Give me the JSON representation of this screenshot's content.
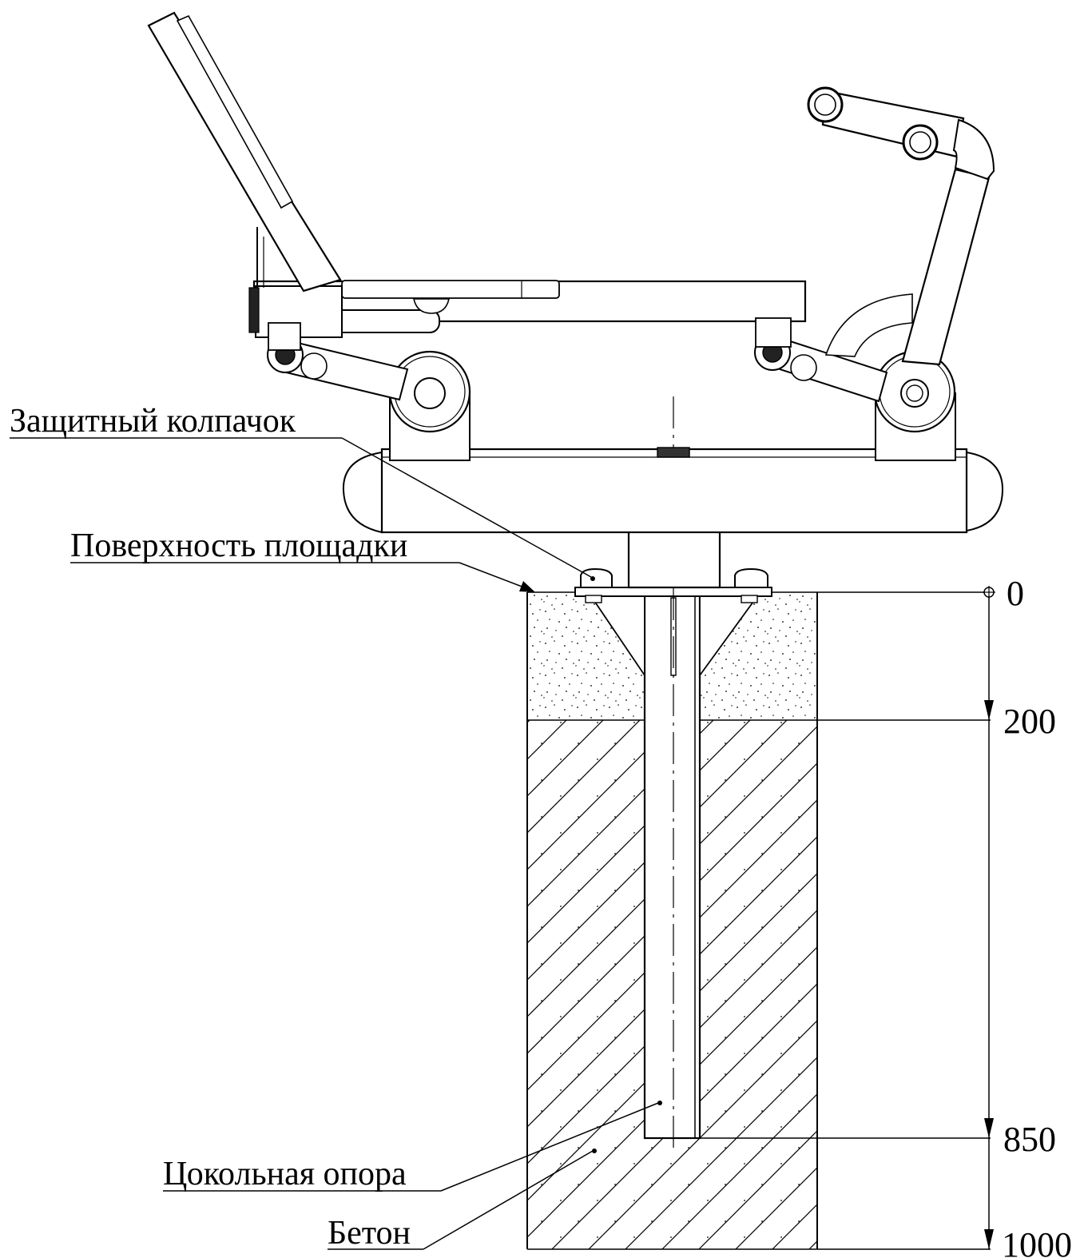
{
  "labels": {
    "cap": "Защитный колпачок",
    "surface": "Поверхность площадки",
    "post": "Цокольная опора",
    "concrete": "Бетон"
  },
  "dimensions": {
    "d0": "0",
    "d200": "200",
    "d850": "850",
    "d1000": "1000"
  },
  "colors": {
    "line": "#000000",
    "background": "#ffffff"
  }
}
